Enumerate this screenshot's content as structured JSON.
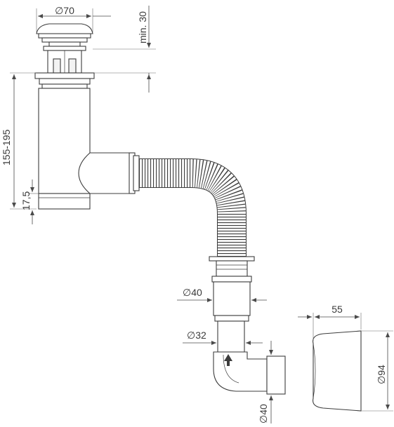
{
  "dimensions": {
    "cap_diameter": "∅70",
    "cap_height": "min. 30",
    "body_height": "155-195",
    "bottom_height": "17,5",
    "outlet_diameter_40": "∅40",
    "inlet_diameter_32": "∅32",
    "elbow_diameter_40": "∅40",
    "cover_depth": "55",
    "cover_diameter": "∅94"
  },
  "colors": {
    "line": "#3c3c3c",
    "fill": "#ffffff",
    "shade": "#f3f3f3"
  }
}
